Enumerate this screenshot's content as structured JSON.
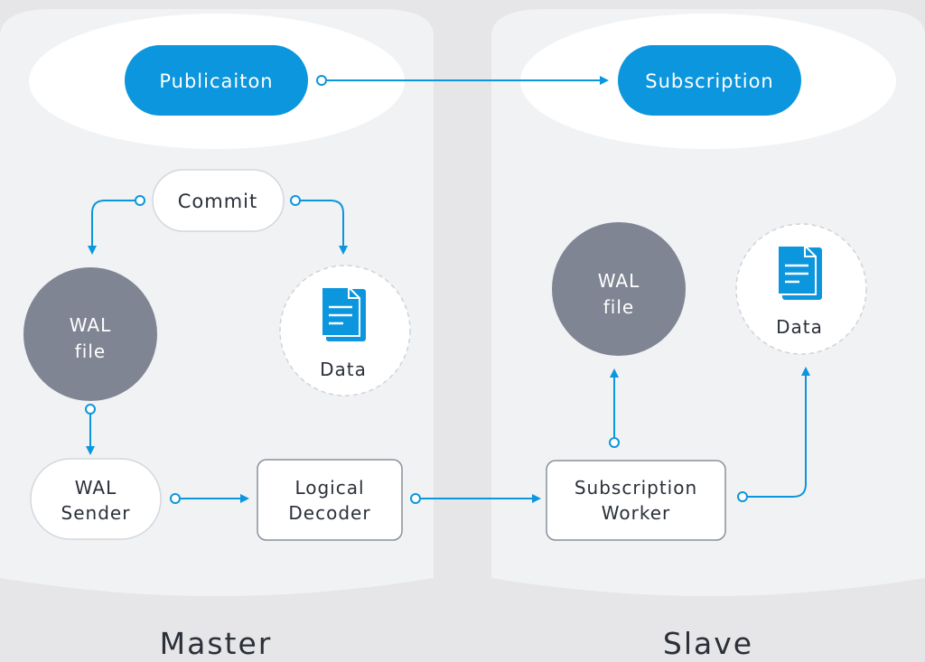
{
  "master": {
    "label": "Master",
    "publication": "Publicaiton",
    "commit": "Commit",
    "wal_file": [
      "WAL",
      "file"
    ],
    "data": "Data",
    "wal_sender": [
      "WAL",
      "Sender"
    ],
    "logical_decoder": [
      "Logical",
      "Decoder"
    ]
  },
  "slave": {
    "label": "Slave",
    "subscription": "Subscription",
    "wal_file": [
      "WAL",
      "file"
    ],
    "data": "Data",
    "subscription_worker": [
      "Subscription",
      "Worker"
    ]
  },
  "colors": {
    "background": "#e6e6e8",
    "cylinder": "#f0f2f4",
    "ellipse_top": "#ffffff",
    "accent": "#0b96dd",
    "wal_circle": "#7f8593",
    "node_border": "#8a8f9a",
    "text": "#2a2f38"
  },
  "icons": [
    "document-icon"
  ]
}
